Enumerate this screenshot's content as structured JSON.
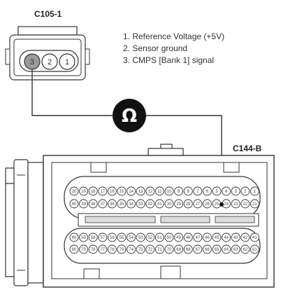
{
  "connector_top": {
    "label": "C105-1",
    "pins": [
      "3",
      "2",
      "1"
    ]
  },
  "legend": [
    "1. Reference Voltage (+5V)",
    "2. Sensor ground",
    "3. CMPS [Bank 1] signal"
  ],
  "meter": {
    "symbol": "Ω"
  },
  "connector_bottom": {
    "label": "C144-B",
    "row1": [
      "20",
      "19",
      "18",
      "17",
      "16",
      "15",
      "14",
      "13",
      "12",
      "11",
      "10",
      "9",
      "8",
      "7",
      "6",
      "5",
      "4",
      "3",
      "2",
      "1"
    ],
    "row2": [
      "40",
      "39",
      "38",
      "37",
      "36",
      "35",
      "34",
      "33",
      "32",
      "31",
      "30",
      "29",
      "28",
      "27",
      "26",
      "25",
      "24",
      "23",
      "22",
      "21"
    ],
    "row3": [
      "60",
      "59",
      "58",
      "57",
      "56",
      "55",
      "54",
      "53",
      "52",
      "51",
      "50",
      "49",
      "48",
      "47",
      "46",
      "45",
      "44",
      "43",
      "42",
      "41"
    ],
    "row4": [
      "80",
      "79",
      "78",
      "77",
      "76",
      "75",
      "74",
      "73",
      "72",
      "71",
      "70",
      "69",
      "68",
      "67",
      "66",
      "65",
      "64",
      "63",
      "62",
      "61"
    ]
  }
}
